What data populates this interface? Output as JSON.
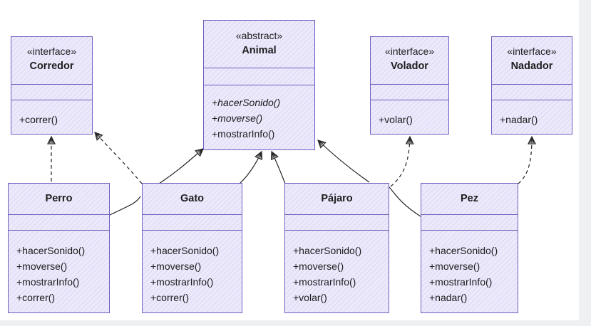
{
  "diagram": {
    "classes": {
      "corredor": {
        "stereotype": "«interface»",
        "name": "Corredor",
        "methods": [
          "+correr()"
        ]
      },
      "animal": {
        "stereotype": "«abstract»",
        "name": "Animal",
        "methods": [
          "+hacerSonido()",
          "+moverse()",
          "+mostrarInfo()"
        ]
      },
      "volador": {
        "stereotype": "«interface»",
        "name": "Volador",
        "methods": [
          "+volar()"
        ]
      },
      "nadador": {
        "stereotype": "«interface»",
        "name": "Nadador",
        "methods": [
          "+nadar()"
        ]
      },
      "perro": {
        "name": "Perro",
        "methods": [
          "+hacerSonido()",
          "+moverse()",
          "+mostrarInfo()",
          "+correr()"
        ]
      },
      "gato": {
        "name": "Gato",
        "methods": [
          "+hacerSonido()",
          "+moverse()",
          "+mostrarInfo()",
          "+correr()"
        ]
      },
      "pajaro": {
        "name": "Pájaro",
        "methods": [
          "+hacerSonido()",
          "+moverse()",
          "+mostrarInfo()",
          "+volar()"
        ]
      },
      "pez": {
        "name": "Pez",
        "methods": [
          "+hacerSonido()",
          "+moverse()",
          "+mostrarInfo()",
          "+nadar()"
        ]
      }
    },
    "relations": [
      {
        "from": "perro",
        "to": "animal",
        "kind": "inheritance"
      },
      {
        "from": "gato",
        "to": "animal",
        "kind": "inheritance"
      },
      {
        "from": "pajaro",
        "to": "animal",
        "kind": "inheritance"
      },
      {
        "from": "pez",
        "to": "animal",
        "kind": "inheritance"
      },
      {
        "from": "perro",
        "to": "corredor",
        "kind": "realization"
      },
      {
        "from": "gato",
        "to": "corredor",
        "kind": "realization"
      },
      {
        "from": "pajaro",
        "to": "volador",
        "kind": "realization"
      },
      {
        "from": "pez",
        "to": "nadador",
        "kind": "realization"
      }
    ],
    "colors": {
      "box_fill": "#ece9fb",
      "box_border": "#6a5fc0",
      "line": "#222222",
      "text": "#1d1d1d"
    }
  }
}
